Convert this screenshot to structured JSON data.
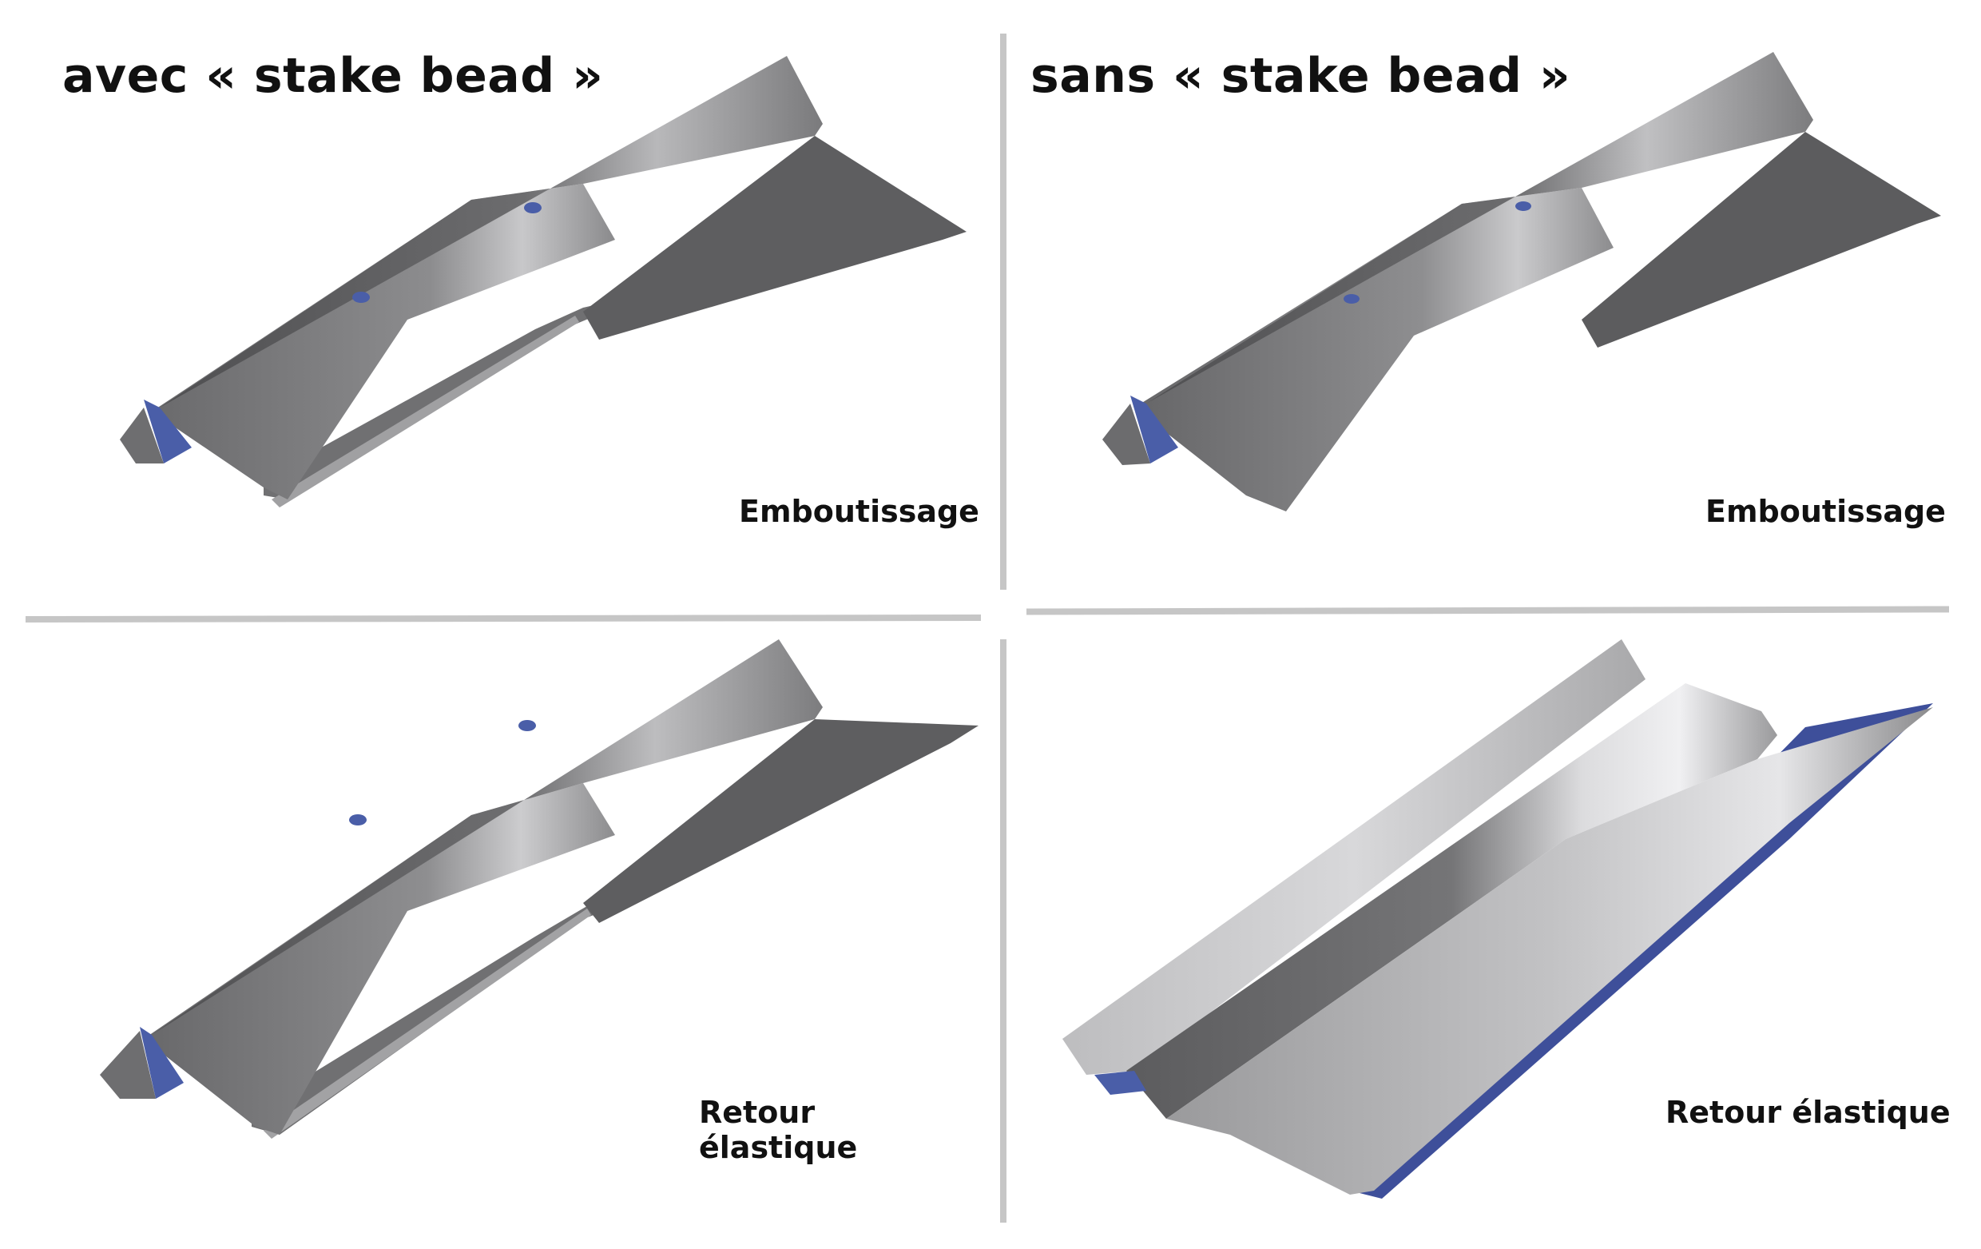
{
  "headings": {
    "with_bead": "avec « stake bead »",
    "without_bead": "sans « stake bead »"
  },
  "captions": {
    "stamping": "Emboutissage",
    "springback": "Retour élastique"
  },
  "panels": [
    {
      "id": "with-bead-stamping",
      "heading": "avec « stake bead »",
      "caption": "Emboutissage"
    },
    {
      "id": "without-bead-stamping",
      "heading": "sans « stake bead »",
      "caption": "Emboutissage"
    },
    {
      "id": "with-bead-springback",
      "caption": "Retour élastique"
    },
    {
      "id": "without-bead-springback",
      "caption": "Retour élastique"
    }
  ],
  "colors": {
    "metal_dark": "#5a5a5c",
    "metal_mid": "#8a8a8c",
    "metal_light": "#d6d6d8",
    "inner_face": "#4a5ea8",
    "divider": "#c6c6c6"
  }
}
